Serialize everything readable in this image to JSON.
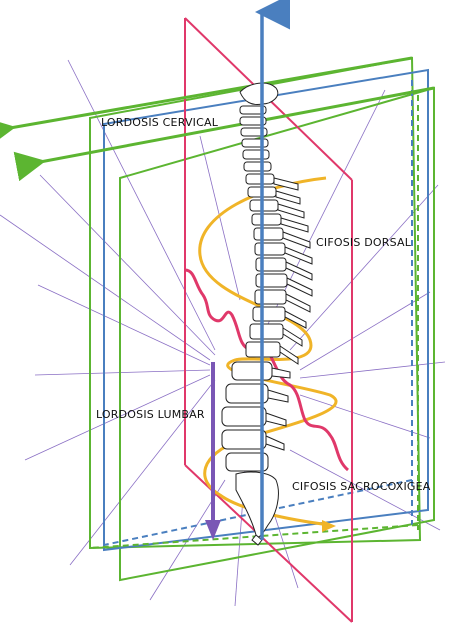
{
  "labels": {
    "lordosis_cervical": "LORDOSIS CERVICAL",
    "cifosis_dorsal": "CIFOSIS DORSAL",
    "lordosis_lumbar": "LORDOSIS LUMBAR",
    "cifosis_sacrocoxigea": "CIFOSIS SACROCOXIGEA"
  },
  "colors": {
    "green": "#5cb531",
    "blue": "#4a7fbf",
    "red": "#e0386a",
    "orange": "#f0b428",
    "purple": "#7a57b5",
    "ray": "#8a6fc4",
    "bone": "#222222"
  }
}
